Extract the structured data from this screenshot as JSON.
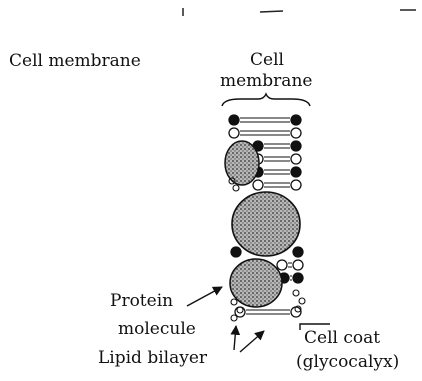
{
  "labels": {
    "cell_membrane_left": "Cell membrane",
    "cell_top": "Cell",
    "membrane_top": "membrane",
    "protein_line1": "Protein",
    "protein_line2": "molecule",
    "lipid_bilayer": "Lipid bilayer",
    "cell_coat_line1": "Cell coat",
    "cell_coat_line2": "(glycocalyx)"
  },
  "colors": {
    "ink": "#111111",
    "protein_fill": "#9a9a9a",
    "protein_dark": "#3a3a3a",
    "background": "#ffffff"
  }
}
